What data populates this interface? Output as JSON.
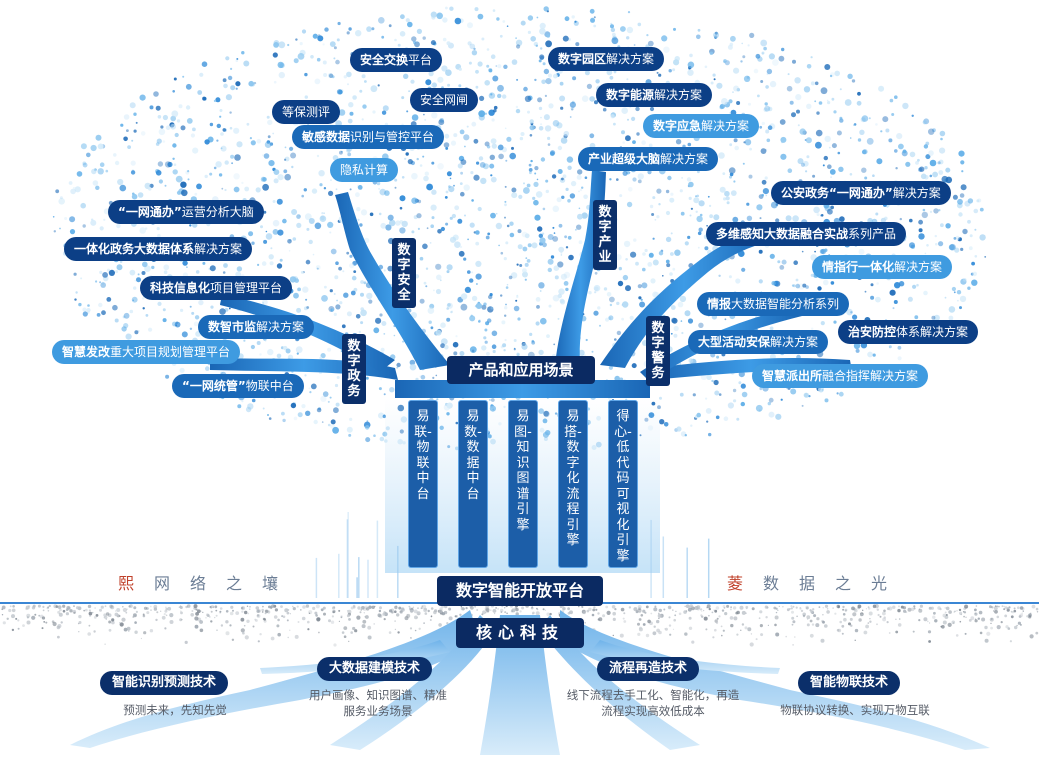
{
  "tags": [
    {
      "bold": "安全交换",
      "normal": "平台",
      "style": "t-dark"
    },
    {
      "bold": "",
      "normal": "安全网闸",
      "style": "t-dark"
    },
    {
      "bold": "",
      "normal": "等保测评",
      "style": "t-dark"
    },
    {
      "bold": "敏感数据",
      "normal": "识别与管控平台",
      "style": "t-mid"
    },
    {
      "bold": "",
      "normal": "隐私计算",
      "style": "t-light"
    },
    {
      "bold": "数字园区",
      "normal": "解决方案",
      "style": "t-dark"
    },
    {
      "bold": "数字能源",
      "normal": "解决方案",
      "style": "t-dark"
    },
    {
      "bold": "数字应急",
      "normal": "解决方案",
      "style": "t-light"
    },
    {
      "bold": "产业超级大脑",
      "normal": "解决方案",
      "style": "t-mid"
    },
    {
      "bold": "“一网通办”",
      "normal": "运营分析大脑",
      "style": "t-dark"
    },
    {
      "bold": "一体化政务大数据体系",
      "normal": "解决方案",
      "style": "t-dark"
    },
    {
      "bold": "科技信息化",
      "normal": "项目管理平台",
      "style": "t-dark"
    },
    {
      "bold": "数智市监",
      "normal": "解决方案",
      "style": "t-mid"
    },
    {
      "bold": "智慧发改",
      "normal": "重大项目规划管理平台",
      "style": "t-light"
    },
    {
      "bold": "“一网统管”",
      "normal": "物联中台",
      "style": "t-mid"
    },
    {
      "bold": "公安政务“一网通办”",
      "normal": "解决方案",
      "style": "t-dark"
    },
    {
      "bold": "多维感知大数据融合实战",
      "normal": "系列产品",
      "style": "t-dark"
    },
    {
      "bold": "情指行一体化",
      "normal": "解决方案",
      "style": "t-light"
    },
    {
      "bold": "情报",
      "normal": "大数据智能分析系列",
      "style": "t-mid"
    },
    {
      "bold": "治安防控",
      "normal": "体系解决方案",
      "style": "t-dark"
    },
    {
      "bold": "大型活动安保",
      "normal": "解决方案",
      "style": "t-mid"
    },
    {
      "bold": "智慧派出所",
      "normal": "融合指挥解决方案",
      "style": "t-light"
    }
  ],
  "branches": {
    "security": "数字安全",
    "industry": "数字产业",
    "government": "数字政务",
    "police": "数字警务"
  },
  "scene_label": "产品和应用场景",
  "pillars": [
    "易联-物联中台",
    "易数-数据中台",
    "易图-知识图谱引擎",
    "易搭-数字化流程引擎",
    "得心-低代码可视化引擎"
  ],
  "platform_label": "数字智能开放平台",
  "core_label": "核心科技",
  "taglines": {
    "left": "熙网络之壤",
    "right": "菱数据之光"
  },
  "techs": [
    {
      "title": "智能识别预测技术",
      "desc": [
        "预测未来，先知先觉"
      ]
    },
    {
      "title": "大数据建模技术",
      "desc": [
        "用户画像、知识图谱、精准",
        "服务业务场景"
      ]
    },
    {
      "title": "流程再造技术",
      "desc": [
        "线下流程去手工化、智能化，再造",
        "流程实现高效低成本"
      ]
    },
    {
      "title": "智能物联技术",
      "desc": [
        "物联协议转换、实现万物互联"
      ]
    }
  ],
  "colors": {
    "navy": "#0b2f6a",
    "blue": "#1a69b8",
    "light_blue": "#3f9be0",
    "trunk": "#1f78c8",
    "accent_red": "#c0402a"
  }
}
